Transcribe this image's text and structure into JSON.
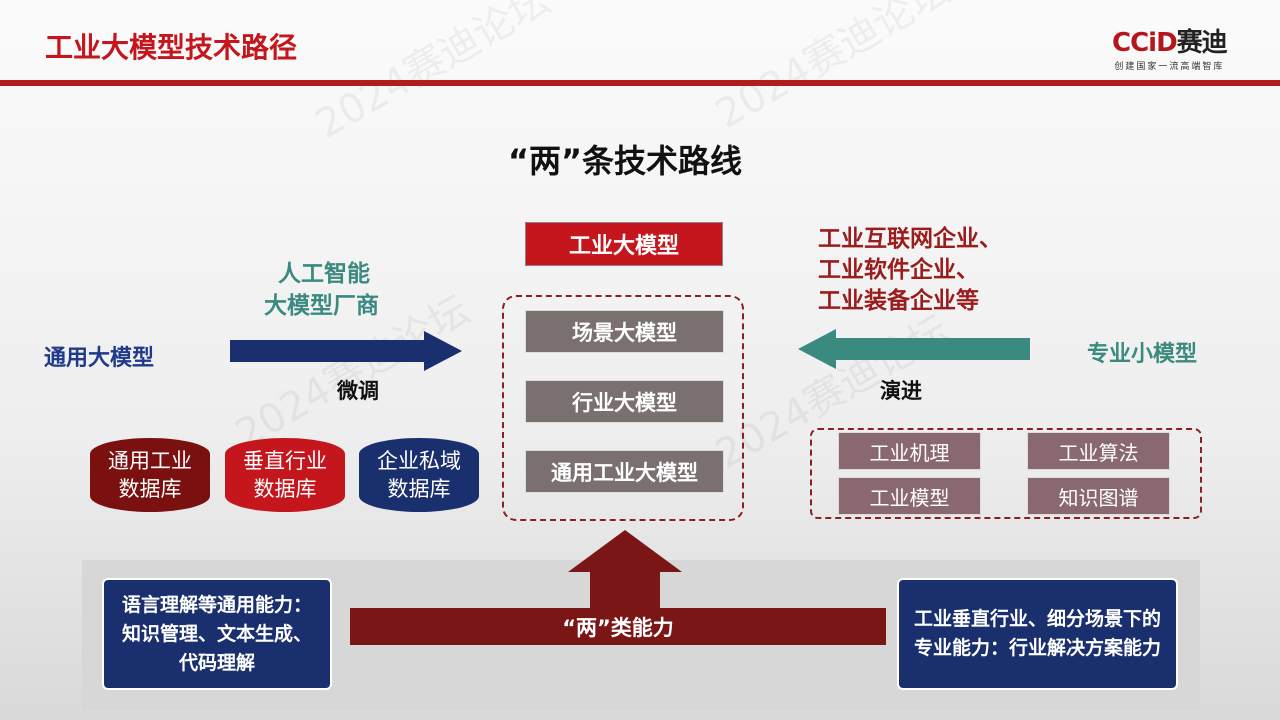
{
  "header": {
    "title": "工业大模型技术路径",
    "logo_text": "CCiD赛迪",
    "logo_tagline": "创建国家一流高端智库",
    "watermark": "2024赛迪论坛"
  },
  "main": {
    "subtitle": "“两”条技术路线",
    "top_model": "工业大模型",
    "stack": [
      "场景大模型",
      "行业大模型",
      "通用工业大模型"
    ],
    "left": {
      "vendor_line1": "人工智能",
      "vendor_line2": "大模型厂商",
      "source": "通用大模型",
      "action": "微调",
      "databases": [
        {
          "line1": "通用工业",
          "line2": "数据库",
          "color": "#7b1010"
        },
        {
          "line1": "垂直行业",
          "line2": "数据库",
          "color": "#c4161c"
        },
        {
          "line1": "企业私域",
          "line2": "数据库",
          "color": "#1a2f6e"
        }
      ]
    },
    "right": {
      "vendors": [
        "工业互联网企业、",
        "工业软件企业、",
        "工业装备企业等"
      ],
      "source": "专业小模型",
      "action": "演进",
      "items": [
        "工业机理",
        "工业算法",
        "工业模型",
        "知识图谱"
      ]
    },
    "bottom": {
      "center": "“两”类能力",
      "left": "语言理解等通用能力：知识管理、文本生成、代码理解",
      "right": "工业垂直行业、细分场景下的专业能力：行业解决方案能力"
    }
  },
  "colors": {
    "accent": "#c4161c",
    "navy": "#1a2f6e",
    "teal": "#3a8a80"
  }
}
